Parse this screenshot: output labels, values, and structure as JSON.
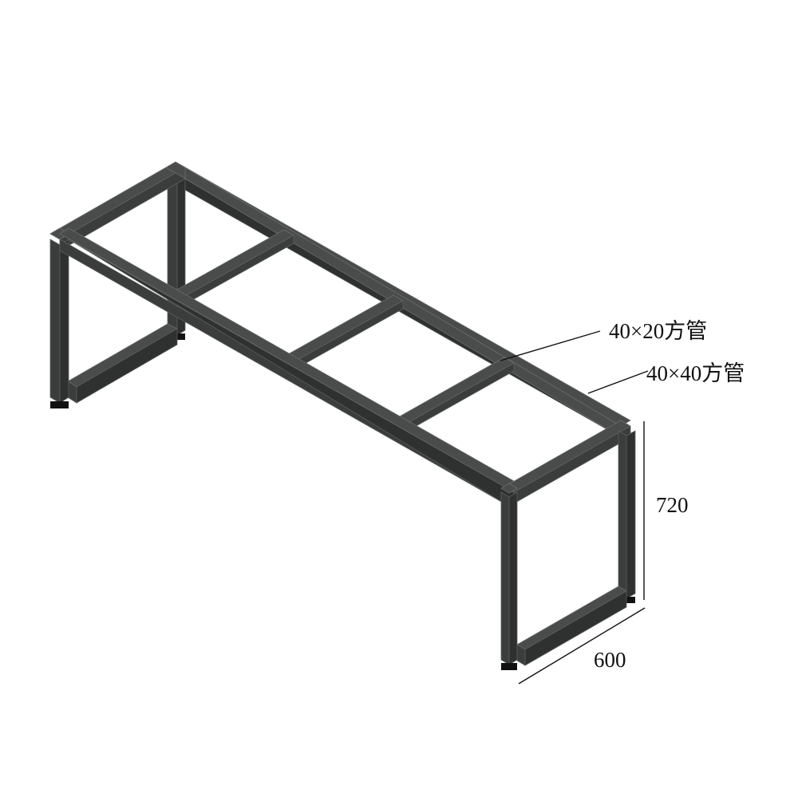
{
  "diagram": {
    "type": "isometric-frame-drawing",
    "subject": "Rectangular steel table/bench frame with two O-shaped legs and three crossbars",
    "colors": {
      "background": "#ffffff",
      "tube_top": "#4a4c4c",
      "tube_side": "#2f3131",
      "tube_front": "#3b3d3d",
      "edge_highlight": "#6a6d6d",
      "annotation": "#111111"
    }
  },
  "annotations": {
    "crossbar_tube": "40×20方管",
    "main_tube": "40×40方管",
    "height": "720",
    "depth": "600"
  }
}
